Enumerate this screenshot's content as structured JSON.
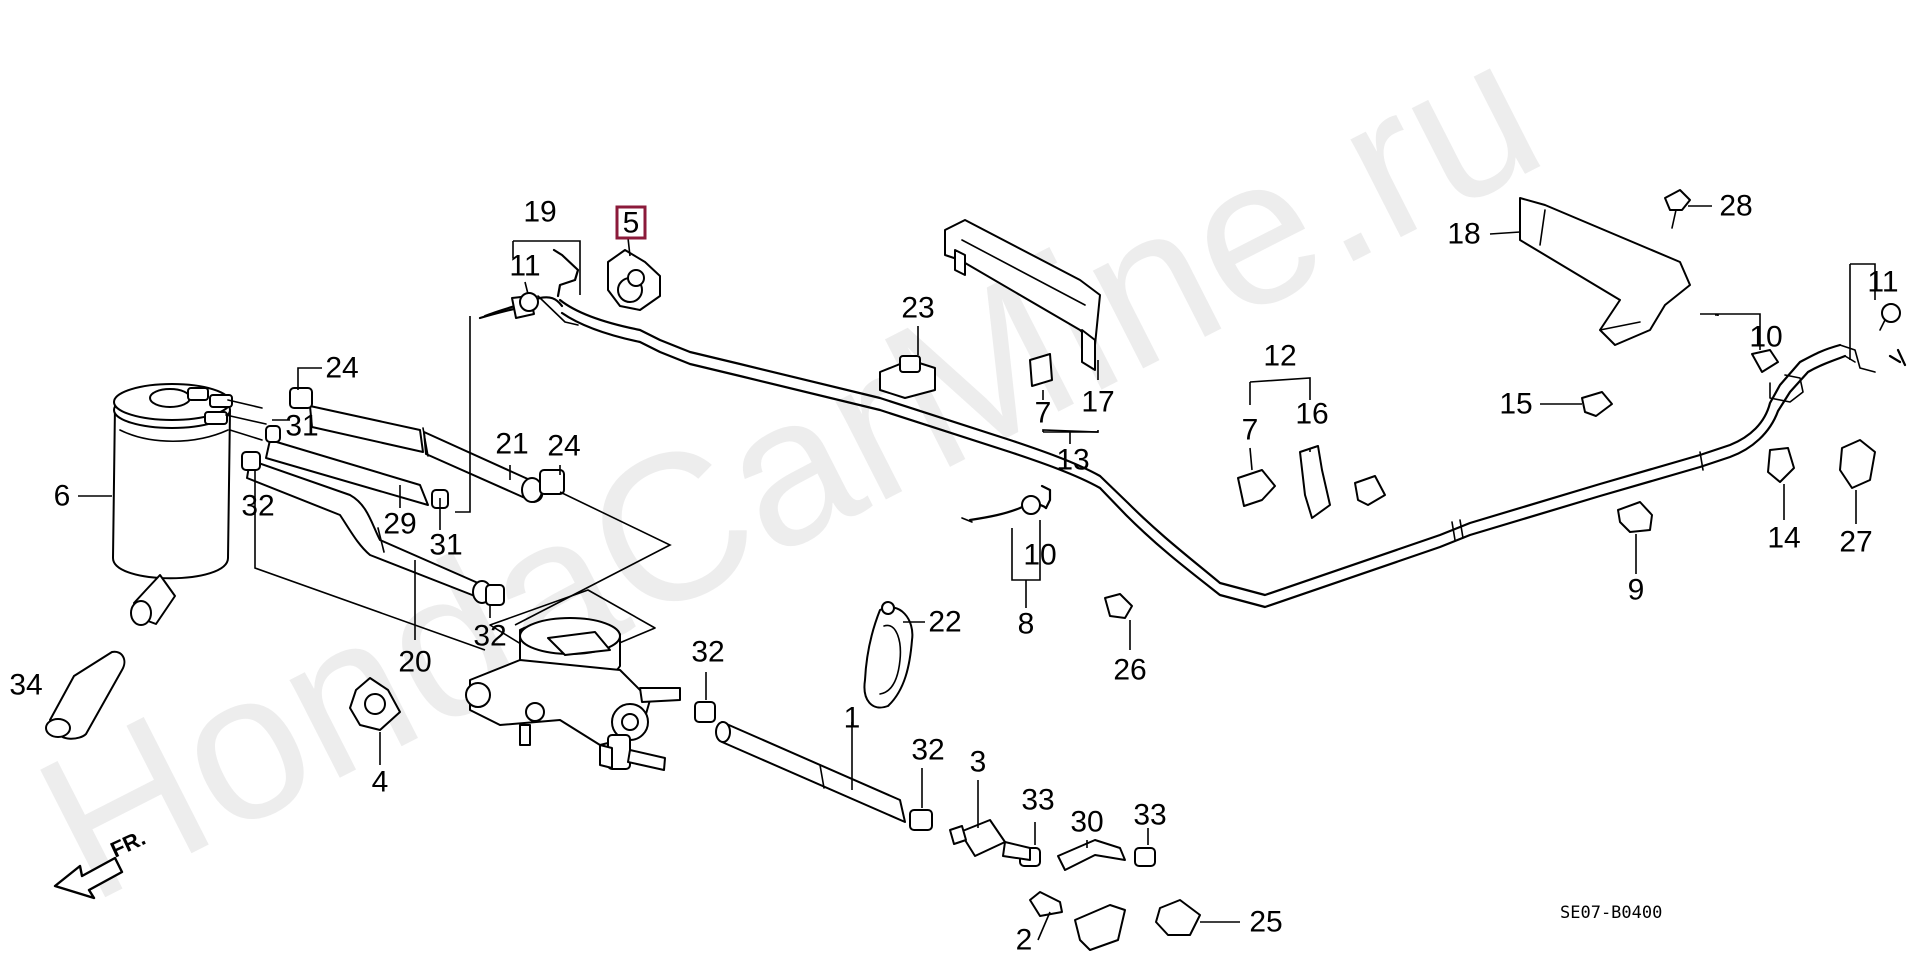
{
  "watermark": "HondaCarMine.ru",
  "diagram_code": "SE07-B0400",
  "direction_label": "FR.",
  "highlight_color": "#8b1a3a",
  "highlighted_part": "5",
  "callouts": {
    "p1": "1",
    "p2": "2",
    "p3": "3",
    "p4": "4",
    "p5": "5",
    "p6": "6",
    "p7a": "7",
    "p7b": "7",
    "p8": "8",
    "p9": "9",
    "p10a": "10",
    "p10b": "10",
    "p11a": "11",
    "p11b": "11",
    "p12": "12",
    "p13": "13",
    "p14": "14",
    "p15": "15",
    "p16": "16",
    "p17": "17",
    "p18": "18",
    "p19": "19",
    "p20": "20",
    "p21": "21",
    "p22": "22",
    "p23": "23",
    "p24a": "24",
    "p24b": "24",
    "p25": "25",
    "p26": "26",
    "p27": "27",
    "p28": "28",
    "p29": "29",
    "p30": "30",
    "p31a": "31",
    "p31b": "31",
    "p32a": "32",
    "p32b": "32",
    "p32c": "32",
    "p32d": "32",
    "p33a": "33",
    "p33b": "33",
    "p34": "34"
  }
}
